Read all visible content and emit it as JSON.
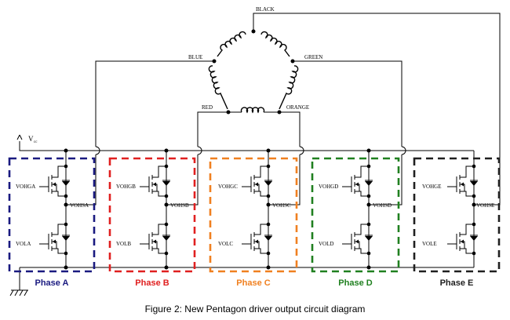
{
  "motor": {
    "wires": {
      "top": "BLACK",
      "left": "BLUE",
      "right": "GREEN",
      "bottom_left": "RED",
      "bottom_right": "ORANGE"
    }
  },
  "supply": {
    "vcc_main": "V",
    "vcc_sub": "cc"
  },
  "phases": [
    {
      "name": "Phase A",
      "color": "#1a1a80",
      "high_gate": "VOHGA",
      "output": "VOHSA",
      "low_gate": "VOLA"
    },
    {
      "name": "Phase B",
      "color": "#e02020",
      "high_gate": "VOHGB",
      "output": "VOHSB",
      "low_gate": "VOLB"
    },
    {
      "name": "Phase C",
      "color": "#f08020",
      "high_gate": "VOHGC",
      "output": "VOHSC",
      "low_gate": "VOLC"
    },
    {
      "name": "Phase D",
      "color": "#208020",
      "high_gate": "VOHGD",
      "output": "VOHSD",
      "low_gate": "VOLD"
    },
    {
      "name": "Phase E",
      "color": "#202020",
      "high_gate": "VOHGE",
      "output": "VOHSE",
      "low_gate": "VOLE"
    }
  ],
  "caption": "Figure 2: New Pentagon driver output circuit diagram"
}
